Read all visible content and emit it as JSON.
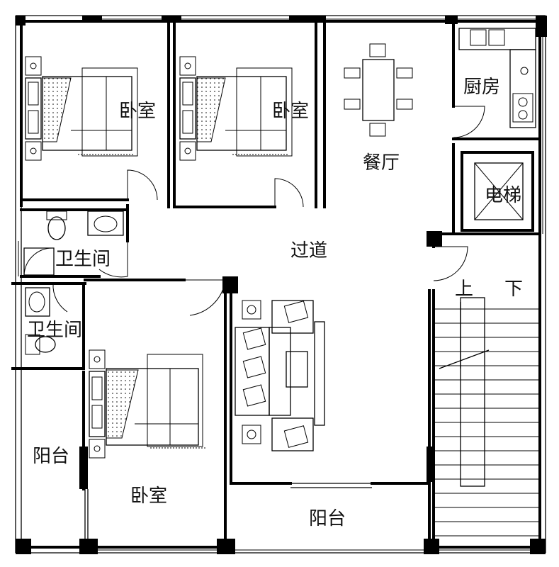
{
  "rooms": {
    "bedroom_1": "卧室",
    "bedroom_2": "卧室",
    "bedroom_3": "卧室",
    "kitchen": "厨房",
    "dining": "餐厅",
    "elevator": "电梯",
    "bathroom_1": "卫生间",
    "bathroom_2": "卫生间",
    "corridor": "过道",
    "balcony_left": "阳台",
    "balcony_bottom": "阳台"
  },
  "stairs": {
    "up": "上",
    "down": "下"
  }
}
